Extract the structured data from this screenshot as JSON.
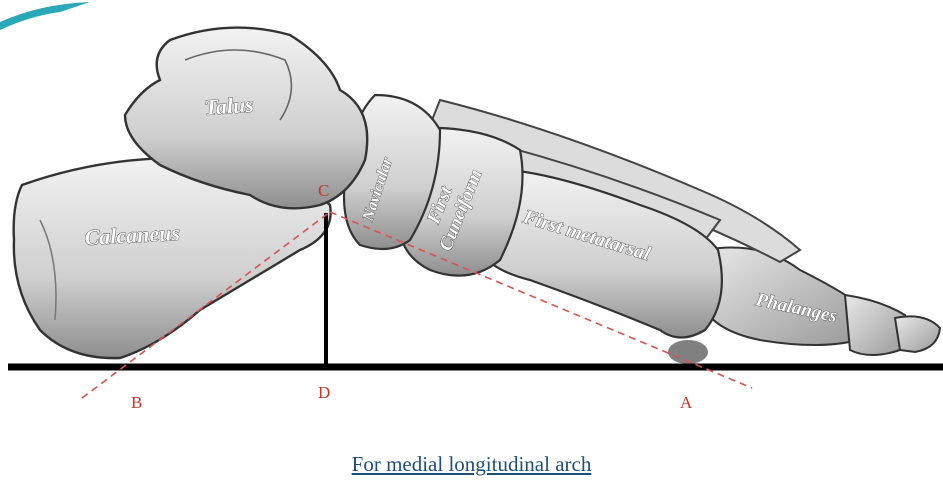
{
  "labels": {
    "talus": "Talus",
    "calcaneus": "Calcaneus",
    "navicular": "Navicular",
    "first_cuneiform_1": "First",
    "first_cuneiform_2": "Cuneiform",
    "first_metatarsal": "First metatarsal",
    "phalanges": "Phalanges"
  },
  "points": {
    "a": "A",
    "b": "B",
    "c": "C",
    "d": "D"
  },
  "caption": "For medial longitudinal arch",
  "colors": {
    "dashed_line": "#d9534f",
    "point_labels": "#c0392b",
    "caption": "#1f4e79"
  }
}
